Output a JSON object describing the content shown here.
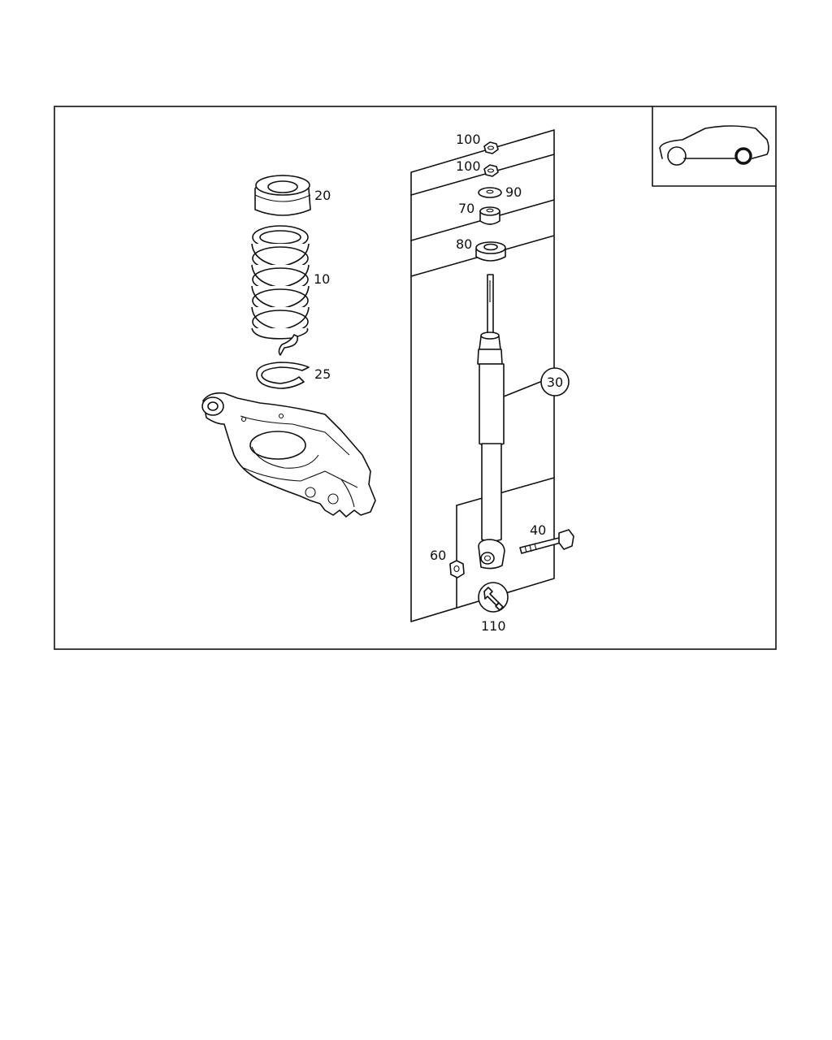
{
  "callouts": {
    "spring": "10",
    "spring_seat": "20",
    "spring_pad": "25",
    "shock_absorber": "30",
    "bolt": "40",
    "nut_lower": "60",
    "bushing_upper": "70",
    "bushing_lower": "80",
    "washer": "90",
    "nut_top_1": "100",
    "nut_top_2": "100",
    "tool": "110"
  },
  "icons": {
    "vehicle_locator": "car-rear-wheel-icon",
    "tool": "wrench-icon"
  }
}
